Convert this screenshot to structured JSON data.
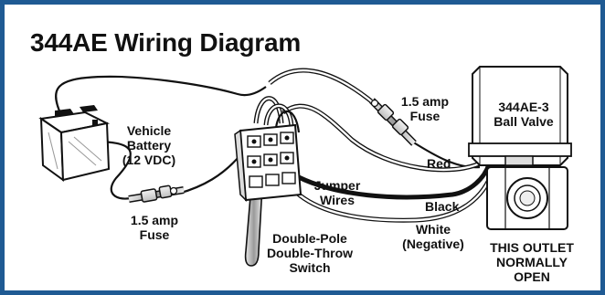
{
  "diagram": {
    "title": "344AE Wiring Diagram",
    "labels": {
      "battery_line1": "Vehicle",
      "battery_line2": "Battery",
      "battery_line3": "(12 VDC)",
      "fuse_left_line1": "1.5 amp",
      "fuse_left_line2": "Fuse",
      "fuse_right_line1": "1.5 amp",
      "fuse_right_line2": "Fuse",
      "valve_line1": "344AE-3",
      "valve_line2": "Ball Valve",
      "red": "Red",
      "black": "Black",
      "white_line1": "White",
      "white_line2": "(Negative)",
      "jumper_line1": "Jumper",
      "jumper_line2": "Wires",
      "switch_line1": "Double-Pole",
      "switch_line2": "Double-Throw",
      "switch_line3": "Switch",
      "outlet_line1": "THIS OUTLET",
      "outlet_line2": "NORMALLY",
      "outlet_line3": "OPEN"
    },
    "colors": {
      "border": "#1f5a93",
      "ink": "#111111"
    }
  }
}
